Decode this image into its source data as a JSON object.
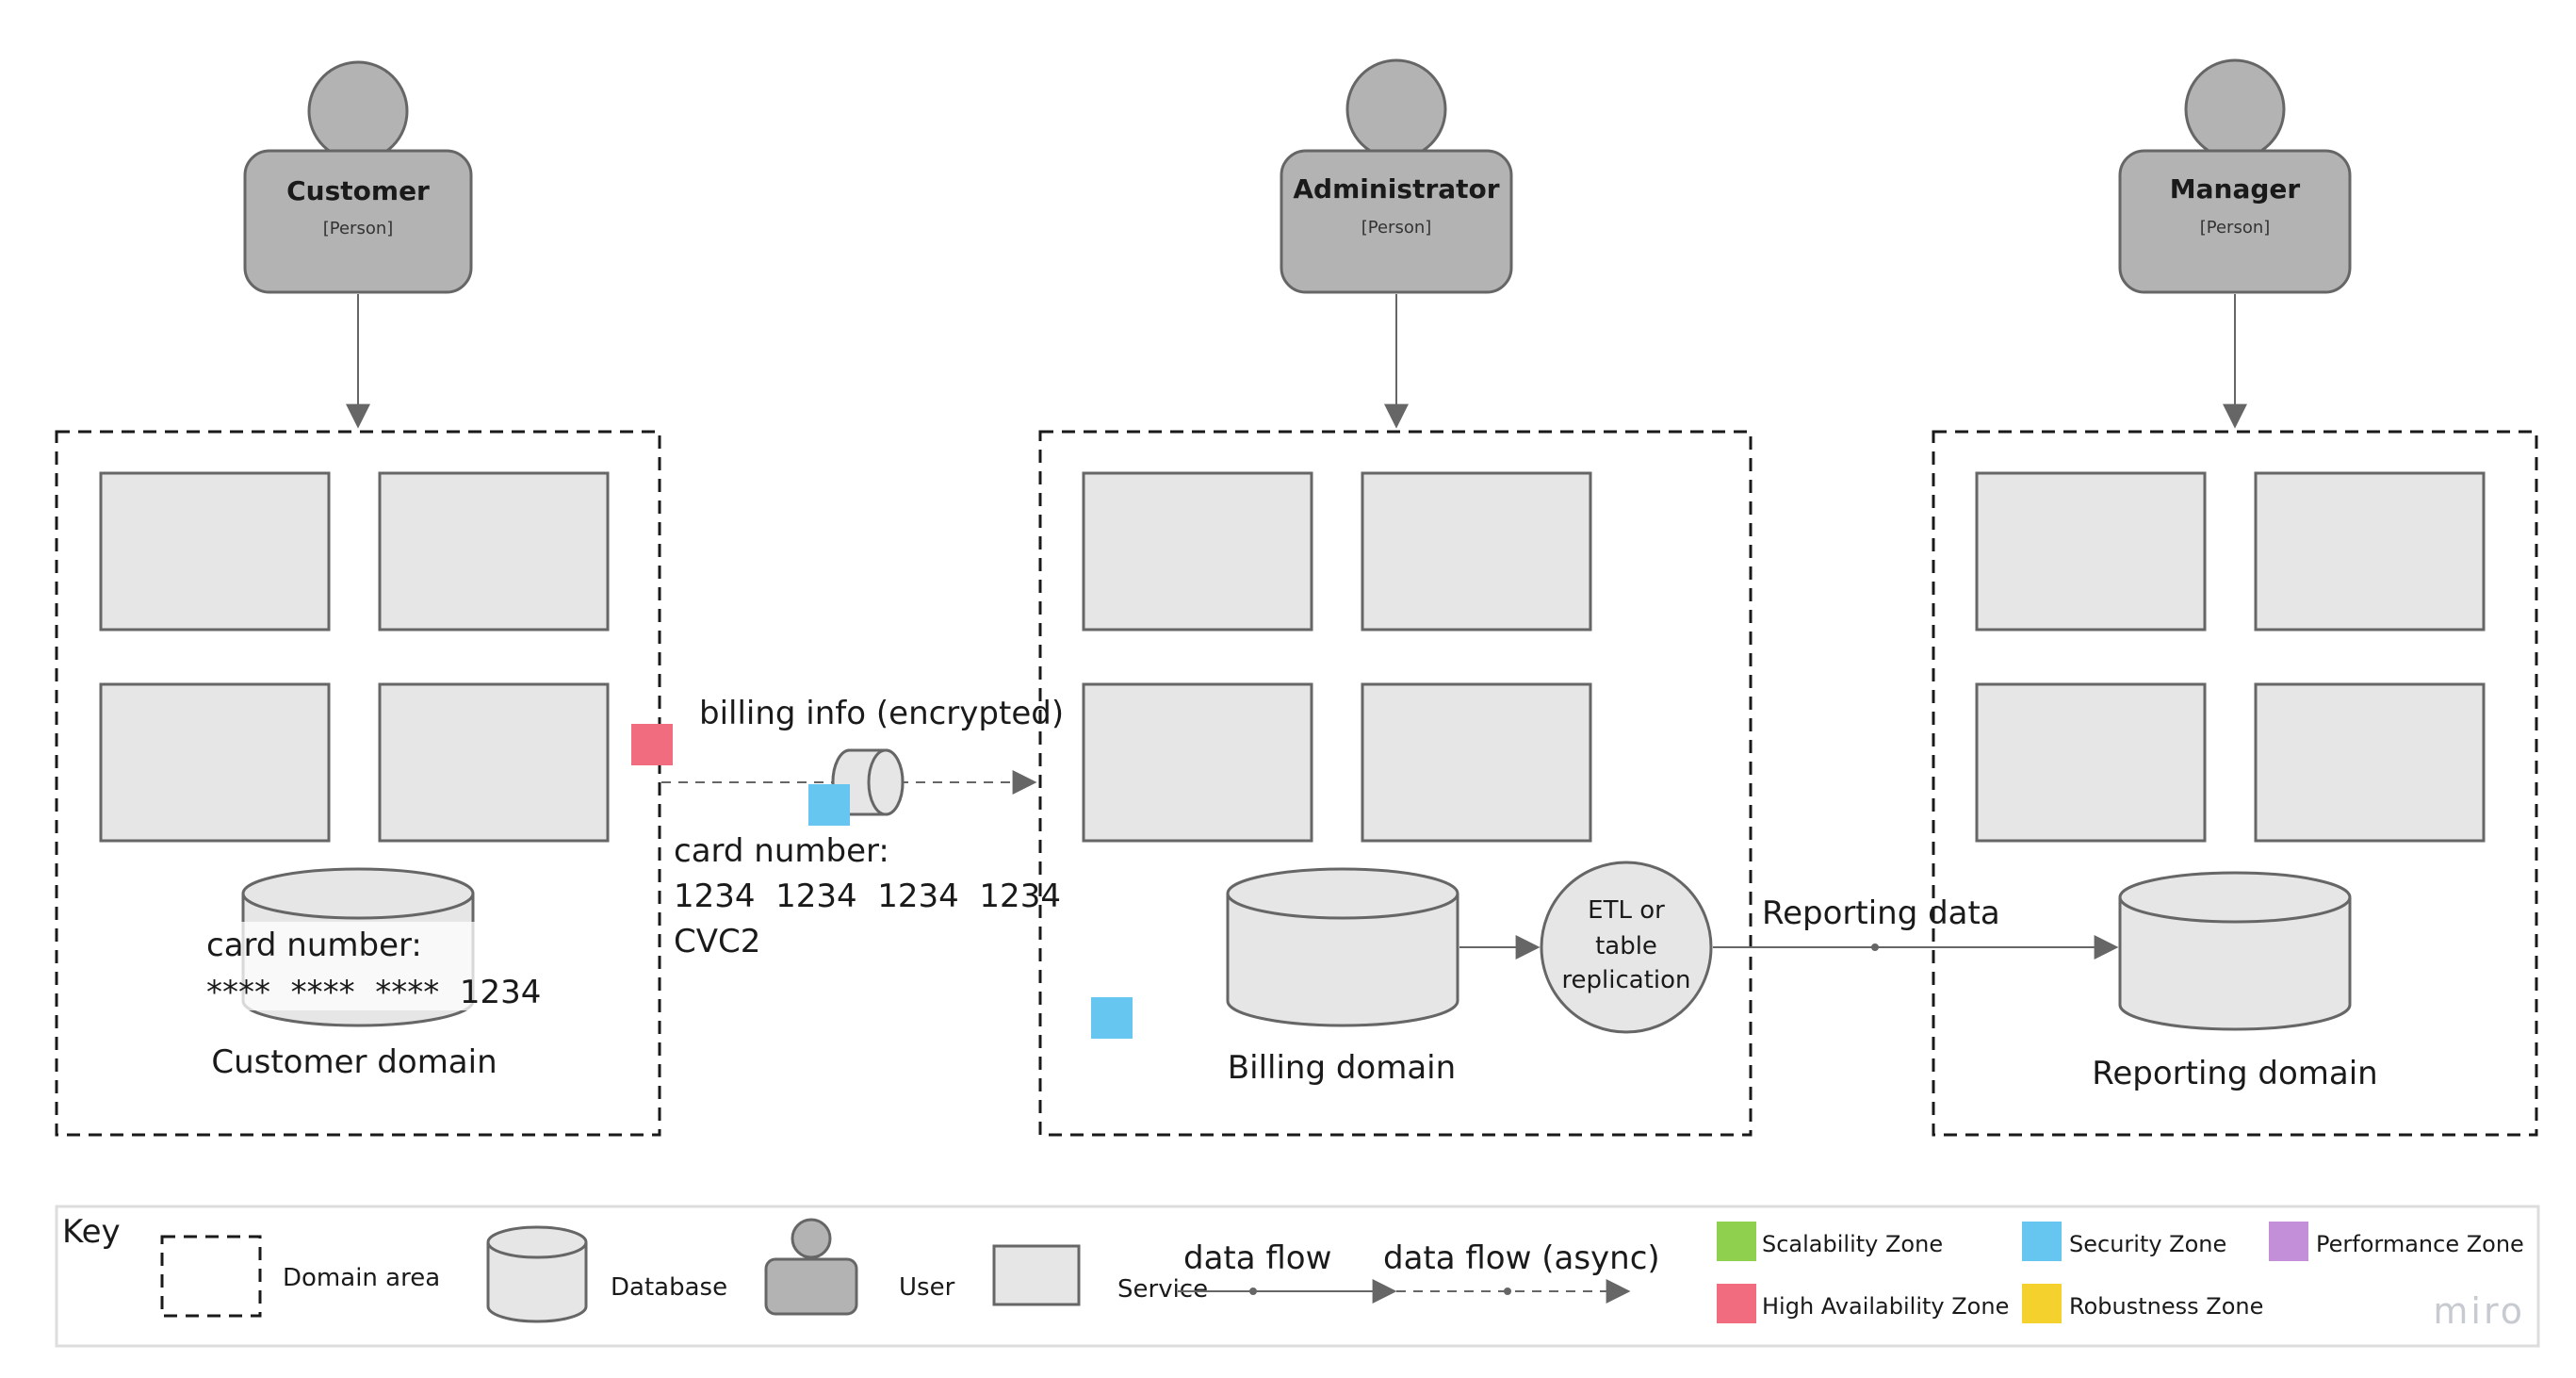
{
  "persons": [
    {
      "name": "Customer",
      "role": "[Person]"
    },
    {
      "name": "Administrator",
      "role": "[Person]"
    },
    {
      "name": "Manager",
      "role": "[Person]"
    }
  ],
  "domains": [
    {
      "label": "Customer domain"
    },
    {
      "label": "Billing domain"
    },
    {
      "label": "Reporting domain"
    }
  ],
  "flows": {
    "billing_label": "billing info (encrypted)",
    "card_number_title": "card number:",
    "card_number_value": "1234  1234  1234  1234",
    "cvc": "CVC2",
    "reporting_label": "Reporting data"
  },
  "customer_db_note": {
    "title": "card number:",
    "value": "****  ****  ****  1234"
  },
  "etl": {
    "line1": "ETL or",
    "line2": "table",
    "line3": "replication"
  },
  "key": {
    "title": "Key",
    "domain_area": "Domain area",
    "database": "Database",
    "user": "User",
    "service": "Service",
    "data_flow": "data flow",
    "data_flow_async": "data flow (async)",
    "zones": [
      {
        "label": "Scalability Zone",
        "color": "#8fd14f"
      },
      {
        "label": "Security Zone",
        "color": "#67c6f0"
      },
      {
        "label": "Performance Zone",
        "color": "#c38fd8"
      },
      {
        "label": "High Availability Zone",
        "color": "#f16c7f"
      },
      {
        "label": "Robustness Zone",
        "color": "#f5d12e"
      }
    ]
  },
  "watermark": "miro",
  "colors": {
    "person_fill": "#b3b3b3",
    "service_fill": "#e6e6e6",
    "stroke": "#666666",
    "pink_note": "#f16c7f",
    "blue_note": "#67c6f0"
  }
}
